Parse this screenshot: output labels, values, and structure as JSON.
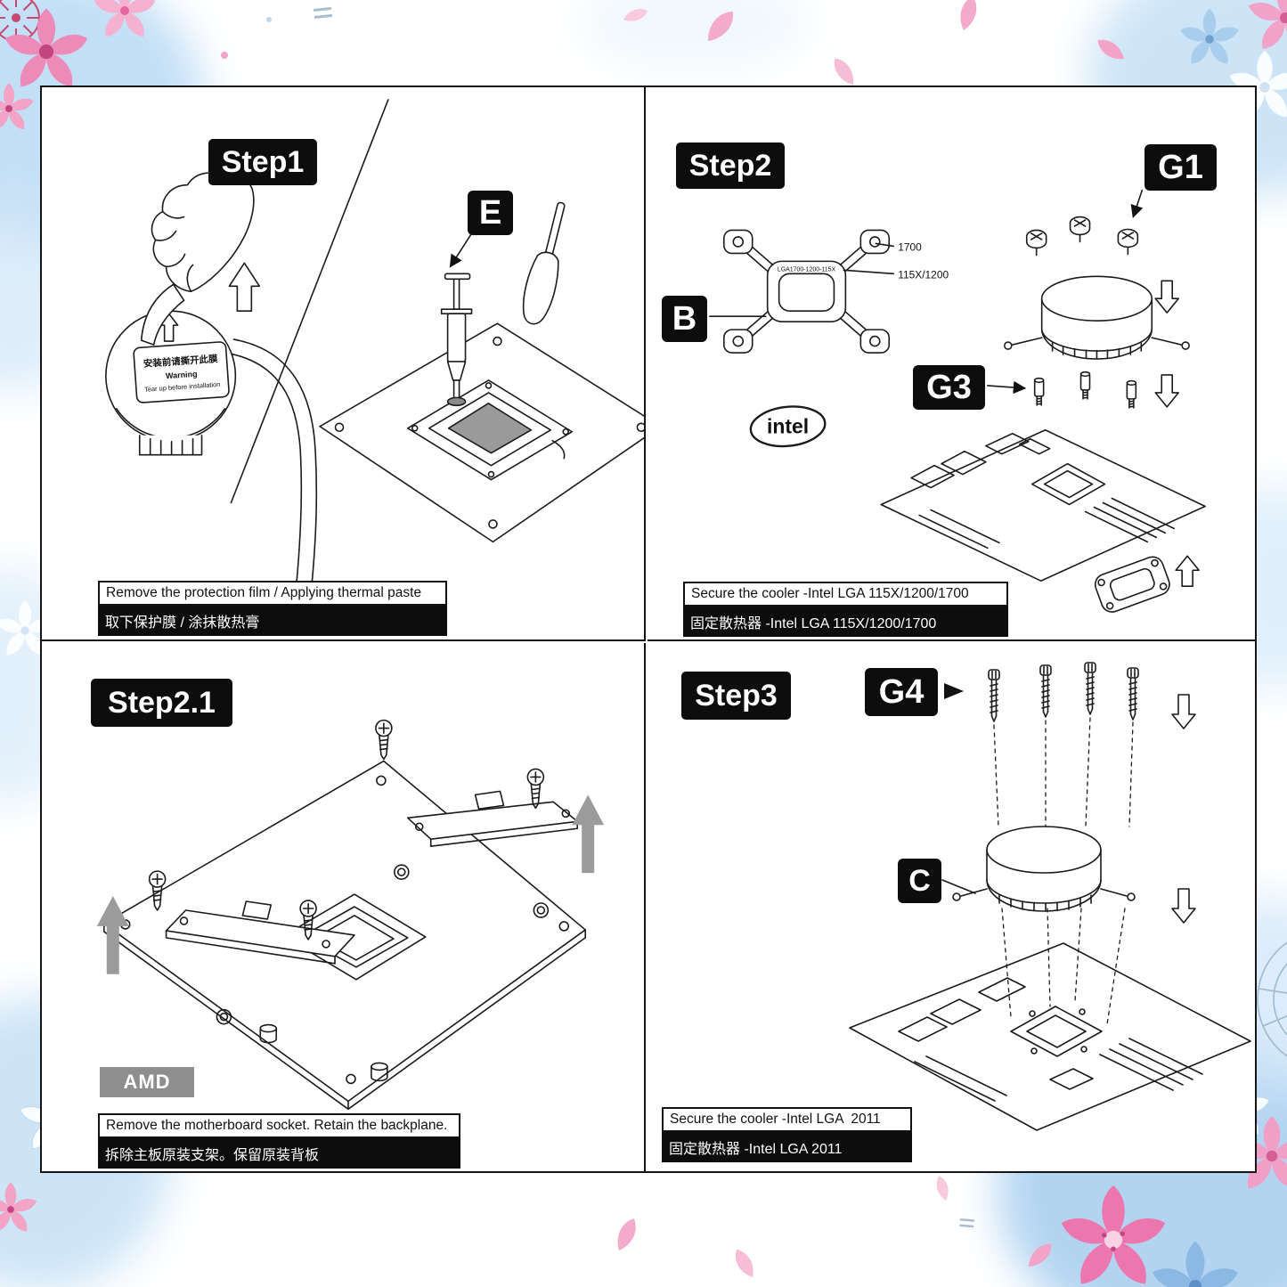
{
  "manual": {
    "step1": {
      "title": "Step1",
      "label_e": "E",
      "film_warning_zh": "安装前请撕开此膜",
      "film_warning_en_title": "Warning",
      "film_warning_en_sub": "Tear up before installation",
      "caption_en": "Remove the protection film / Applying thermal paste",
      "caption_zh": "取下保护膜 / 涂抹散热膏"
    },
    "step2": {
      "title": "Step2",
      "label_b": "B",
      "label_g1": "G1",
      "label_g3": "G3",
      "bracket_text": "LGA1700-1200-115X",
      "callout_1700": "1700",
      "callout_115x": "115X/1200",
      "brand": "intel",
      "caption_en": "Secure the cooler -Intel LGA 115X/1200/1700",
      "caption_zh": "固定散热器 -Intel LGA 115X/1200/1700"
    },
    "step21": {
      "title": "Step2.1",
      "platform": "AMD",
      "caption_en": "Remove the motherboard socket. Retain the backplane.",
      "caption_zh": "拆除主板原装支架。保留原装背板"
    },
    "step3": {
      "title": "Step3",
      "label_g4": "G4",
      "label_c": "C",
      "caption_en": "Secure the cooler -Intel LGA  2011",
      "caption_zh": "固定散热器 -Intel LGA 2011"
    },
    "colors": {
      "accent_pink": "#ec8ab8",
      "accent_blue": "#a9cdec",
      "badge_black": "#0d0d0d",
      "amd_gray": "#8e8e8e"
    }
  }
}
